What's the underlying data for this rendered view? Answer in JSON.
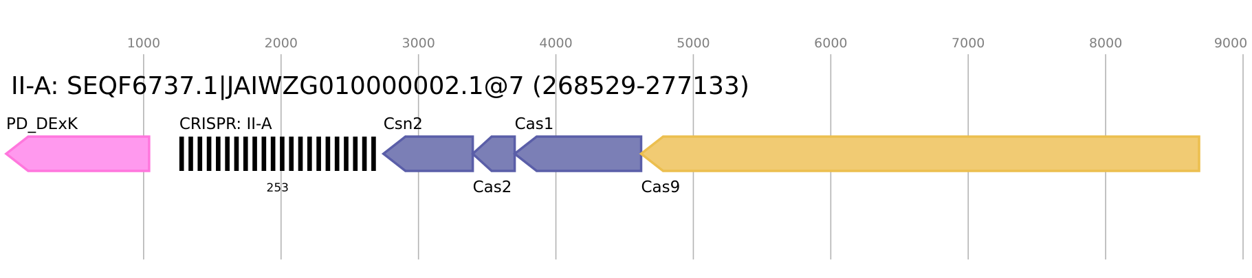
{
  "title": "II-A: SEQF6737.1|JAIWZG010000002.1@7 (268529-277133)",
  "axis": {
    "min": 0,
    "max": 9000,
    "ticks": [
      1000,
      2000,
      3000,
      4000,
      5000,
      6000,
      7000,
      8000,
      9000
    ],
    "tick_labels": [
      "1000",
      "2000",
      "3000",
      "4000",
      "5000",
      "6000",
      "7000",
      "8000",
      "9000"
    ]
  },
  "genes": [
    {
      "id": "pd-dexk",
      "label": "PD_DExK",
      "start": 0,
      "end": 1040,
      "strand": "-",
      "fill": "#ff99ee",
      "stroke": "#ff77dd",
      "label_pos": "above"
    },
    {
      "id": "csn2",
      "label": "Csn2",
      "start": 2745,
      "end": 3395,
      "strand": "-",
      "fill": "#7b7fb6",
      "stroke": "#5a5ea8",
      "label_pos": "above"
    },
    {
      "id": "cas2",
      "label": "Cas2",
      "start": 3395,
      "end": 3700,
      "strand": "-",
      "fill": "#7b7fb6",
      "stroke": "#5a5ea8",
      "label_pos": "below"
    },
    {
      "id": "cas1",
      "label": "Cas1",
      "start": 3700,
      "end": 4620,
      "strand": "-",
      "fill": "#7b7fb6",
      "stroke": "#5a5ea8",
      "label_pos": "above"
    },
    {
      "id": "cas9",
      "label": "Cas9",
      "start": 4620,
      "end": 8680,
      "strand": "-",
      "fill": "#f1cb73",
      "stroke": "#ecbf4f",
      "label_pos": "below"
    }
  ],
  "crispr": {
    "label": "CRISPR: II-A",
    "start": 1260,
    "end": 2690,
    "repeat_count": "253",
    "repeats": 22
  }
}
